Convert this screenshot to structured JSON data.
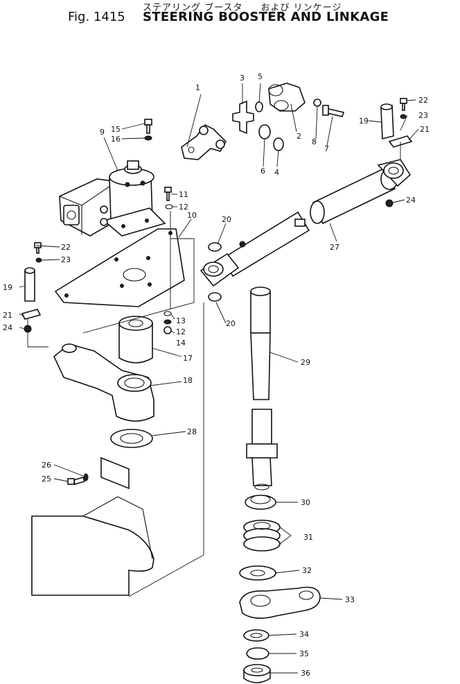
{
  "header": {
    "jp_title_part1": "ステアリング ブースタ",
    "jp_title_part2": "および リンケージ",
    "figure_label": "Fig. 1415",
    "figure_title": "STEERING BOOSTER AND LINKAGE"
  },
  "callouts": {
    "c1": "1",
    "c2": "2",
    "c3": "3",
    "c4": "4",
    "c5": "5",
    "c6": "6",
    "c7": "7",
    "c8": "8",
    "c9": "9",
    "c10": "10",
    "c11": "11",
    "c12a": "12",
    "c12b": "12",
    "c13": "13",
    "c14": "14",
    "c15": "15",
    "c16": "16",
    "c17": "17",
    "c18": "18",
    "c19a": "19",
    "c19b": "19",
    "c20a": "20",
    "c20b": "20",
    "c21a": "21",
    "c21b": "21",
    "c22a": "22",
    "c22b": "22",
    "c23a": "23",
    "c23b": "23",
    "c24a": "24",
    "c24b": "24",
    "c25": "25",
    "c26": "26",
    "c27": "27",
    "c28": "28",
    "c29": "29",
    "c30": "30",
    "c31": "31",
    "c32": "32",
    "c33": "33",
    "c34": "34",
    "c35": "35",
    "c36": "36"
  }
}
